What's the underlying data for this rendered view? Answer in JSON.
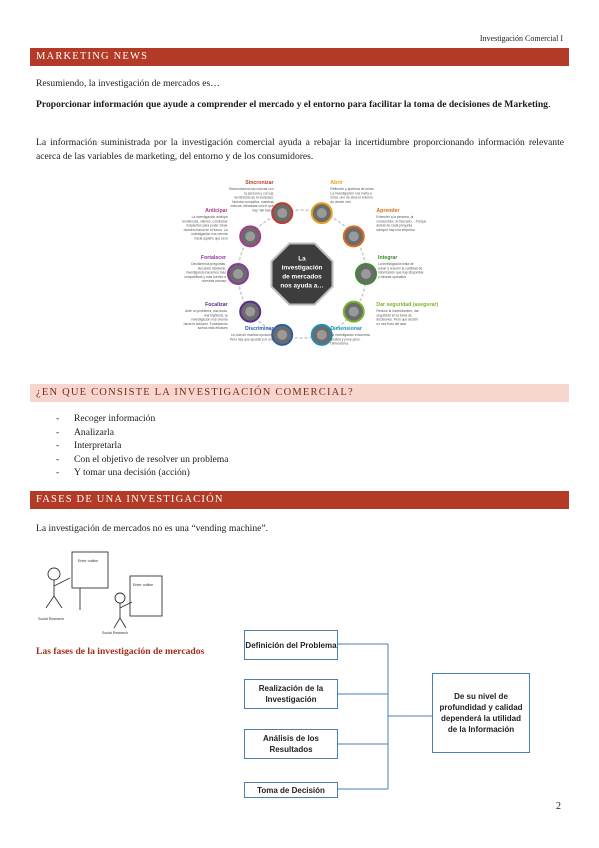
{
  "header": {
    "running_title": "Investigación Comercial I"
  },
  "sections": {
    "marketing_news": {
      "title": "MARKETING NEWS",
      "intro": "Resumiendo, la investigación de mercados es…",
      "definition_bold": "Proporcionar información que ayude a comprender el mercado y el entorno para facilitar la toma de decisiones de Marketing",
      "definition_end": ".",
      "body": "La información suministrada por la investigación comercial ayuda a rebajar la incertidumbre proporcionando información relevante acerca de las variables de marketing, del entorno y de los consumidores."
    },
    "consiste": {
      "title": "¿EN QUE CONSISTE LA INVESTIGACIÓN COMERCIAL?",
      "items": [
        "Recoger información",
        "Analizarla",
        "Interpretarla",
        "Con el objetivo de resolver un problema",
        "Y tomar una decisión (acción)"
      ]
    },
    "fases": {
      "title": "FASES DE UNA INVESTIGACIÓN",
      "intro": "La investigación de mercados no es una “vending machine”.",
      "phases_label": "Las fases de la investigación de mercados",
      "flow_steps": [
        "Definición del Problema",
        "Realización de la Investigación",
        "Análisis de los Resultados",
        "Toma de Decisión"
      ],
      "flow_result": "De su nivel de profundidad y calidad dependerá la utilidad de la Información"
    }
  },
  "infographic": {
    "center": "La investigación de mercados nos ayuda a…",
    "nodes": [
      {
        "title": "Abrir",
        "text": "Reflexión y apertura de miras. La investigación nos invita a mirar, uno de ellos el entorno de donde vivir",
        "color": "#e8a21a"
      },
      {
        "title": "Aprender",
        "text": "Entender a la persona, al consumidor, al mercado… Porque detrás de cada pregunta siempre hay una empresa",
        "color": "#e06a1c"
      },
      {
        "title": "Integrar",
        "text": "La investigación trata de aunar y resumir la cantidad de información que hay disponible y hacerla operativa",
        "color": "#3a8c2e"
      },
      {
        "title": "Dar seguridad (asegurar)",
        "text": "Reducir la incertidumbre, dar seguridad en la toma de decisiones. Pero que decidir no sea fruto del azar",
        "color": "#7ab52a"
      },
      {
        "title": "Dimensionar",
        "text": "La investigación encuentra, analiza y pone peso. Dimensiona.",
        "color": "#1e8fb5"
      },
      {
        "title": "Discriminar",
        "text": "La vida de muchas opciones. Pero hay que apostar por una",
        "color": "#2a5fa8"
      },
      {
        "title": "Focalizar",
        "text": "Ante un problema, una duda, una hipótesis, la investigación nos orienta hacia la solución. Focalizando somos más eficaces",
        "color": "#5a2d86"
      },
      {
        "title": "Fortalecer",
        "text": "Decidiremos preguntas, lanzando hipótesis, investigando hacemos más competitivas y más fuertes a nuestras marcas",
        "color": "#8a3a9e"
      },
      {
        "title": "Anticipar",
        "text": "La investigación anticipa tendencias, valores, conductas incipientes para poder situar nuestra marca en el futuro. La investigación nos orienta hacia aquello que será",
        "color": "#a83a8e"
      },
      {
        "title": "Sincronizar",
        "text": "Sincronizamos las marcas con la persona y con las tendencias de la sociedad. Nuestra compañía, nuestras marcas, alineadas con lo que hay \"allí fuera\"",
        "color": "#c23a2a"
      }
    ]
  },
  "cartoon": {
    "sign_top": "Enter outline",
    "sign_bottom": "Enter outline",
    "caption_left": "Social Research",
    "caption_right": "Social Research"
  },
  "footer": {
    "page_number": "2"
  },
  "colors": {
    "band_dark": "#b23a26",
    "band_light": "#f7d6cf",
    "accent_text": "#9e2f1c",
    "flow_border": "#4a7fb3"
  }
}
